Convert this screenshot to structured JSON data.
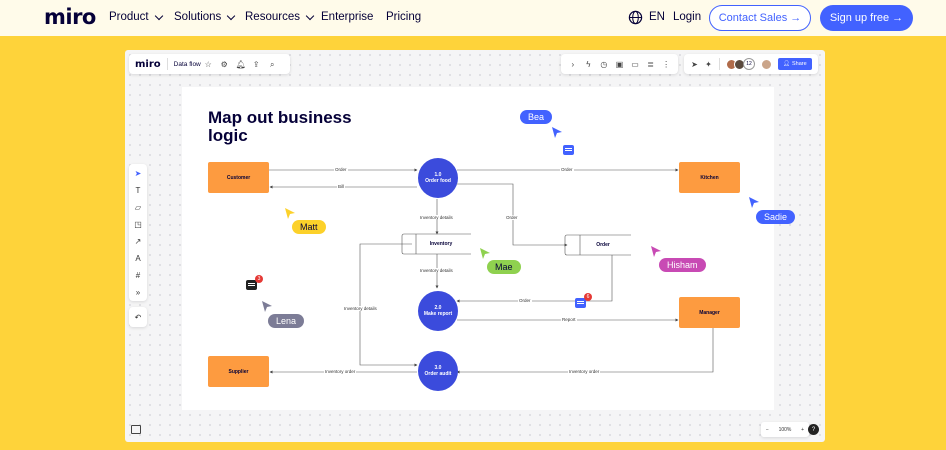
{
  "nav": {
    "logo": "miro",
    "items": [
      {
        "label": "Product",
        "dropdown": true
      },
      {
        "label": "Solutions",
        "dropdown": true
      },
      {
        "label": "Resources",
        "dropdown": true
      },
      {
        "label": "Enterprise",
        "dropdown": false
      },
      {
        "label": "Pricing",
        "dropdown": false
      }
    ],
    "lang": "EN",
    "login": "Login",
    "contact": "Contact Sales →",
    "signup": "Sign up free →"
  },
  "app": {
    "logo": "miro",
    "board_name": "Data flow",
    "avatar_count": "12",
    "share": "Share",
    "zoom": "100%",
    "help": "?",
    "zoom_minus": "−",
    "zoom_plus": "+"
  },
  "board": {
    "title": "Map out business logic",
    "nodes": {
      "customer": "Customer",
      "kitchen": "Kitchen",
      "manager": "Manager",
      "supplier": "Supplier",
      "inventory": "Inventory",
      "order_store": "Order",
      "p1_num": "1.0",
      "p1_name": "Order food",
      "p2_num": "2.0",
      "p2_name": "Make report",
      "p3_num": "3.0",
      "p3_name": "Order audit"
    },
    "labels": {
      "order_top": "Order",
      "bill": "Bill",
      "order_kitchen": "Order",
      "inv_details_1": "Inventory details",
      "order_mid": "Order",
      "inv_details_2": "Inventory details",
      "inv_details_3": "Inventory details",
      "order_report": "Order",
      "report": "Report",
      "inv_order_left": "Inventory order",
      "inv_order_right": "Inventory order"
    },
    "comment_badges": [
      "3",
      "6"
    ]
  },
  "cursors": [
    {
      "name": "Bea",
      "color": "#4262ff",
      "text": "#ffffff"
    },
    {
      "name": "Sadie",
      "color": "#4262ff",
      "text": "#ffffff"
    },
    {
      "name": "Matt",
      "color": "#fcd12a",
      "text": "#050038"
    },
    {
      "name": "Mae",
      "color": "#8fd14f",
      "text": "#050038"
    },
    {
      "name": "Hisham",
      "color": "#c84ab4",
      "text": "#ffffff"
    },
    {
      "name": "Lena",
      "color": "#7c7c96",
      "text": "#ffffff"
    }
  ],
  "colors": {
    "accent": "#4262ff",
    "background": "#fed33a",
    "process": "#3b4bdc",
    "entity": "#fd9b40"
  }
}
